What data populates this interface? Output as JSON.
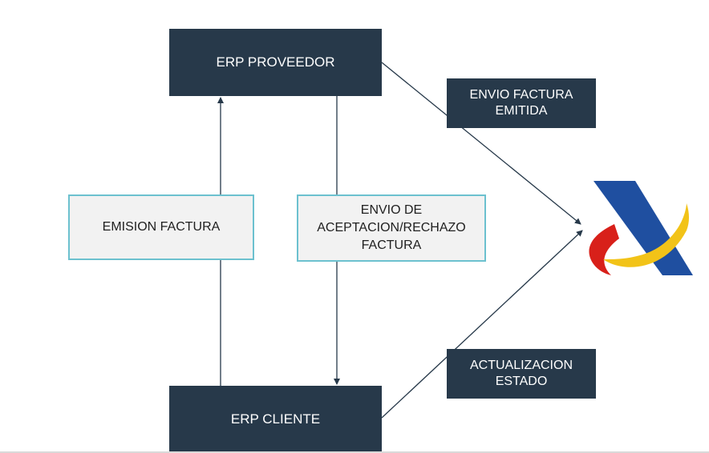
{
  "nodes": {
    "erp_proveedor": "ERP PROVEEDOR",
    "erp_cliente": "ERP CLIENTE",
    "emision_factura": "EMISION FACTURA",
    "envio_aceptacion": "ENVIO DE\nACEPTACION/RECHAZO\nFACTURA",
    "envio_factura_emitida": "ENVIO FACTURA\nEMITIDA",
    "actualizacion_estado": "ACTUALIZACION\nESTADO"
  },
  "colors": {
    "dark_box": "#27394a",
    "light_box_fill": "#f2f2f2",
    "light_box_border": "#6cc1cf",
    "connector": "#27394a",
    "logo_blue": "#1f4fa0",
    "logo_yellow": "#f2c318",
    "logo_red": "#d8201a"
  },
  "logo": {
    "icon": "agency-logo-icon"
  }
}
